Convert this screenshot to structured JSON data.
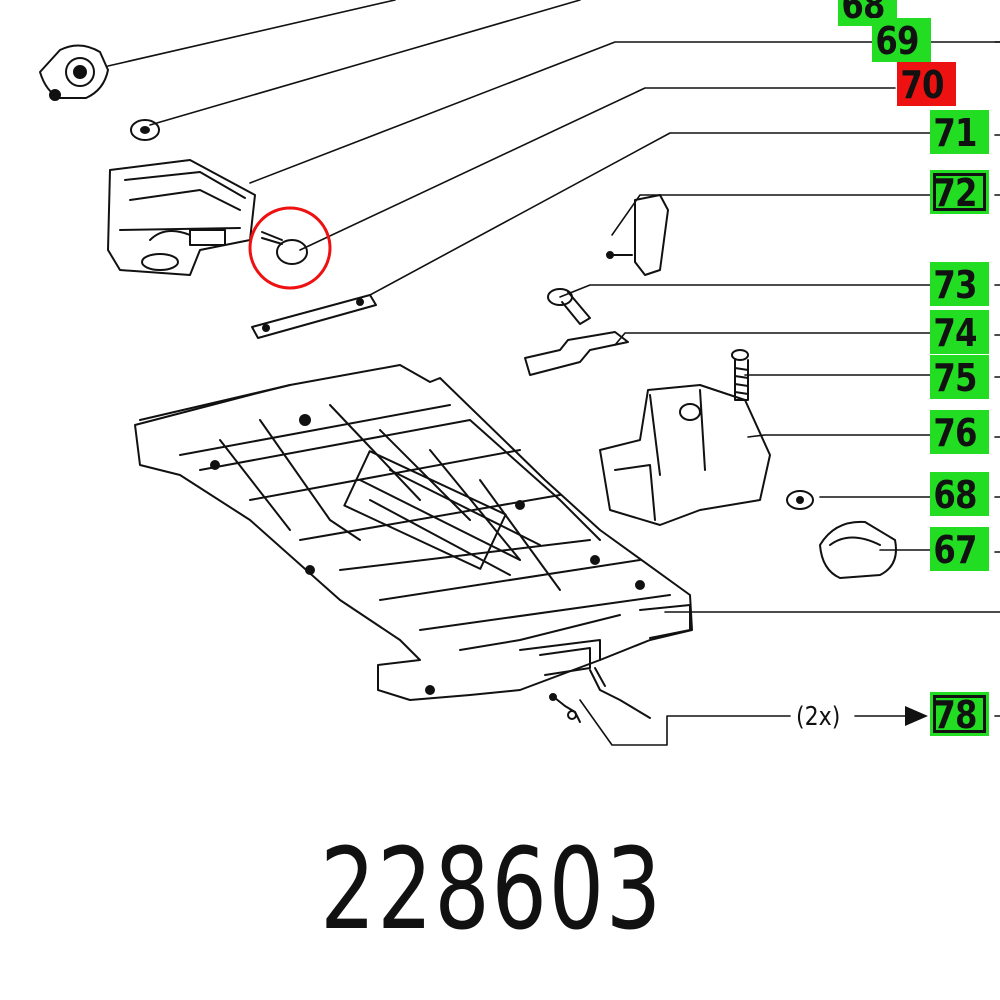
{
  "diagram": {
    "part_number": "228603",
    "multiplier_label": "(2x)",
    "highlight_colors": {
      "green": "#22dd22",
      "red": "#ee1111"
    },
    "callouts": [
      {
        "id": "c68top",
        "label": "68",
        "style": "green"
      },
      {
        "id": "c69",
        "label": "69",
        "style": "green"
      },
      {
        "id": "c70",
        "label": "70",
        "style": "red"
      },
      {
        "id": "c71",
        "label": "71",
        "style": "green"
      },
      {
        "id": "c72",
        "label": "72",
        "style": "boxed"
      },
      {
        "id": "c73",
        "label": "73",
        "style": "green"
      },
      {
        "id": "c74",
        "label": "74",
        "style": "green"
      },
      {
        "id": "c75",
        "label": "75",
        "style": "green"
      },
      {
        "id": "c76",
        "label": "76",
        "style": "green"
      },
      {
        "id": "c68",
        "label": "68",
        "style": "green"
      },
      {
        "id": "c67",
        "label": "67",
        "style": "green"
      },
      {
        "id": "c78",
        "label": "78",
        "style": "boxed"
      }
    ]
  }
}
